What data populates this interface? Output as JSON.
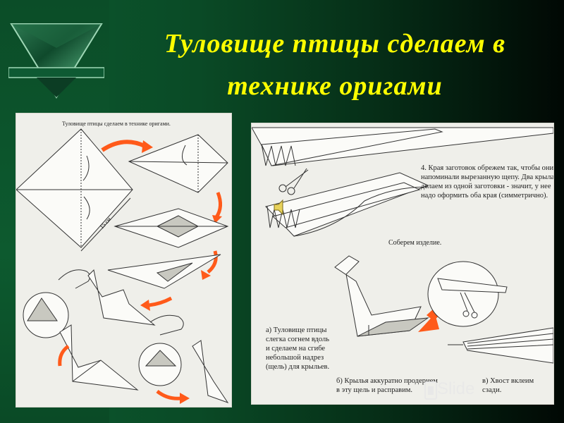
{
  "slide": {
    "title_line1": "Туловище птицы сделаем в",
    "title_line2": "технике оригами"
  },
  "left_figure": {
    "caption": "Туловище птицы сделаем в технике оригами.",
    "dimension": "15 см"
  },
  "right_figure": {
    "step4": "4. Края заготовок обрежем так, чтобы они напоминали вырезанную щепу. Два крыла делаем из одной заготовки - значит, у нее надо оформить оба края (симметрично).",
    "assemble": "Соберем изделие.",
    "step_a": "а) Туловище птицы слегка согнем вдоль и сделаем на сгибе небольшой надрез (щель) для крыльев.",
    "step_b": "б) Крылья аккуратно продернем в эту щель и расправим.",
    "step_c": "в) Хвост вклеим сзади."
  },
  "watermark": {
    "text": "Slide"
  },
  "colors": {
    "title": "#ffff00",
    "arrow": "#ff5a1a",
    "background": "#0a4a26",
    "paper": "#efefea"
  }
}
